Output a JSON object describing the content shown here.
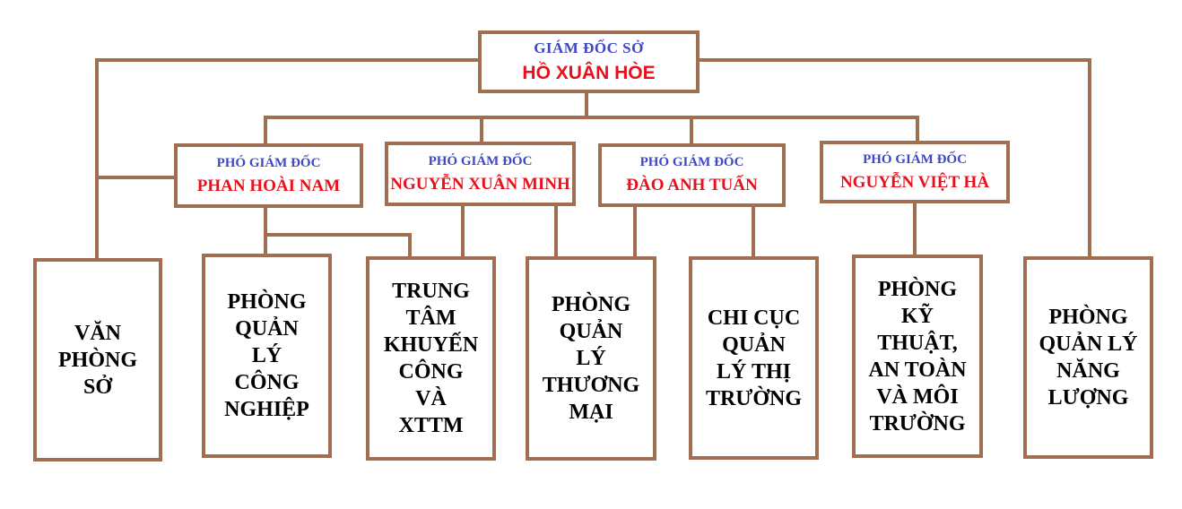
{
  "director": {
    "role": "GIÁM ĐỐC SỞ",
    "name": "HỒ XUÂN HÒE"
  },
  "deputies": [
    {
      "role": "PHÓ GIÁM ĐỐC",
      "name": "PHAN HOÀI NAM"
    },
    {
      "role": "PHÓ GIÁM ĐỐC",
      "name": "NGUYỄN XUÂN MINH"
    },
    {
      "role": "PHÓ GIÁM ĐỐC",
      "name": "ĐÀO ANH TUẤN"
    },
    {
      "role": "PHÓ GIÁM ĐỐC",
      "name": "NGUYỄN VIỆT HÀ"
    }
  ],
  "departments": [
    {
      "label": "VĂN\nPHÒNG\nSỞ"
    },
    {
      "label": "PHÒNG\nQUẢN\nLÝ\nCÔNG\nNGHIỆP"
    },
    {
      "label": "TRUNG\nTÂM\nKHUYẾN\nCÔNG\nVÀ\nXTTM"
    },
    {
      "label": "PHÒNG\nQUẢN\nLÝ\nTHƯƠNG\nMẠI"
    },
    {
      "label": "CHI CỤC\nQUẢN\nLÝ THỊ\nTRƯỜNG"
    },
    {
      "label": "PHÒNG\nKỸ\nTHUẬT,\nAN TOÀN\nVÀ MÔI\nTRƯỜNG"
    },
    {
      "label": "PHÒNG\nQUẢN LÝ\nNĂNG\nLƯỢNG"
    }
  ],
  "colors": {
    "border": "#a06f52",
    "role_text": "#3f47c2",
    "name_text": "#e8101c",
    "dept_text": "#000000"
  }
}
